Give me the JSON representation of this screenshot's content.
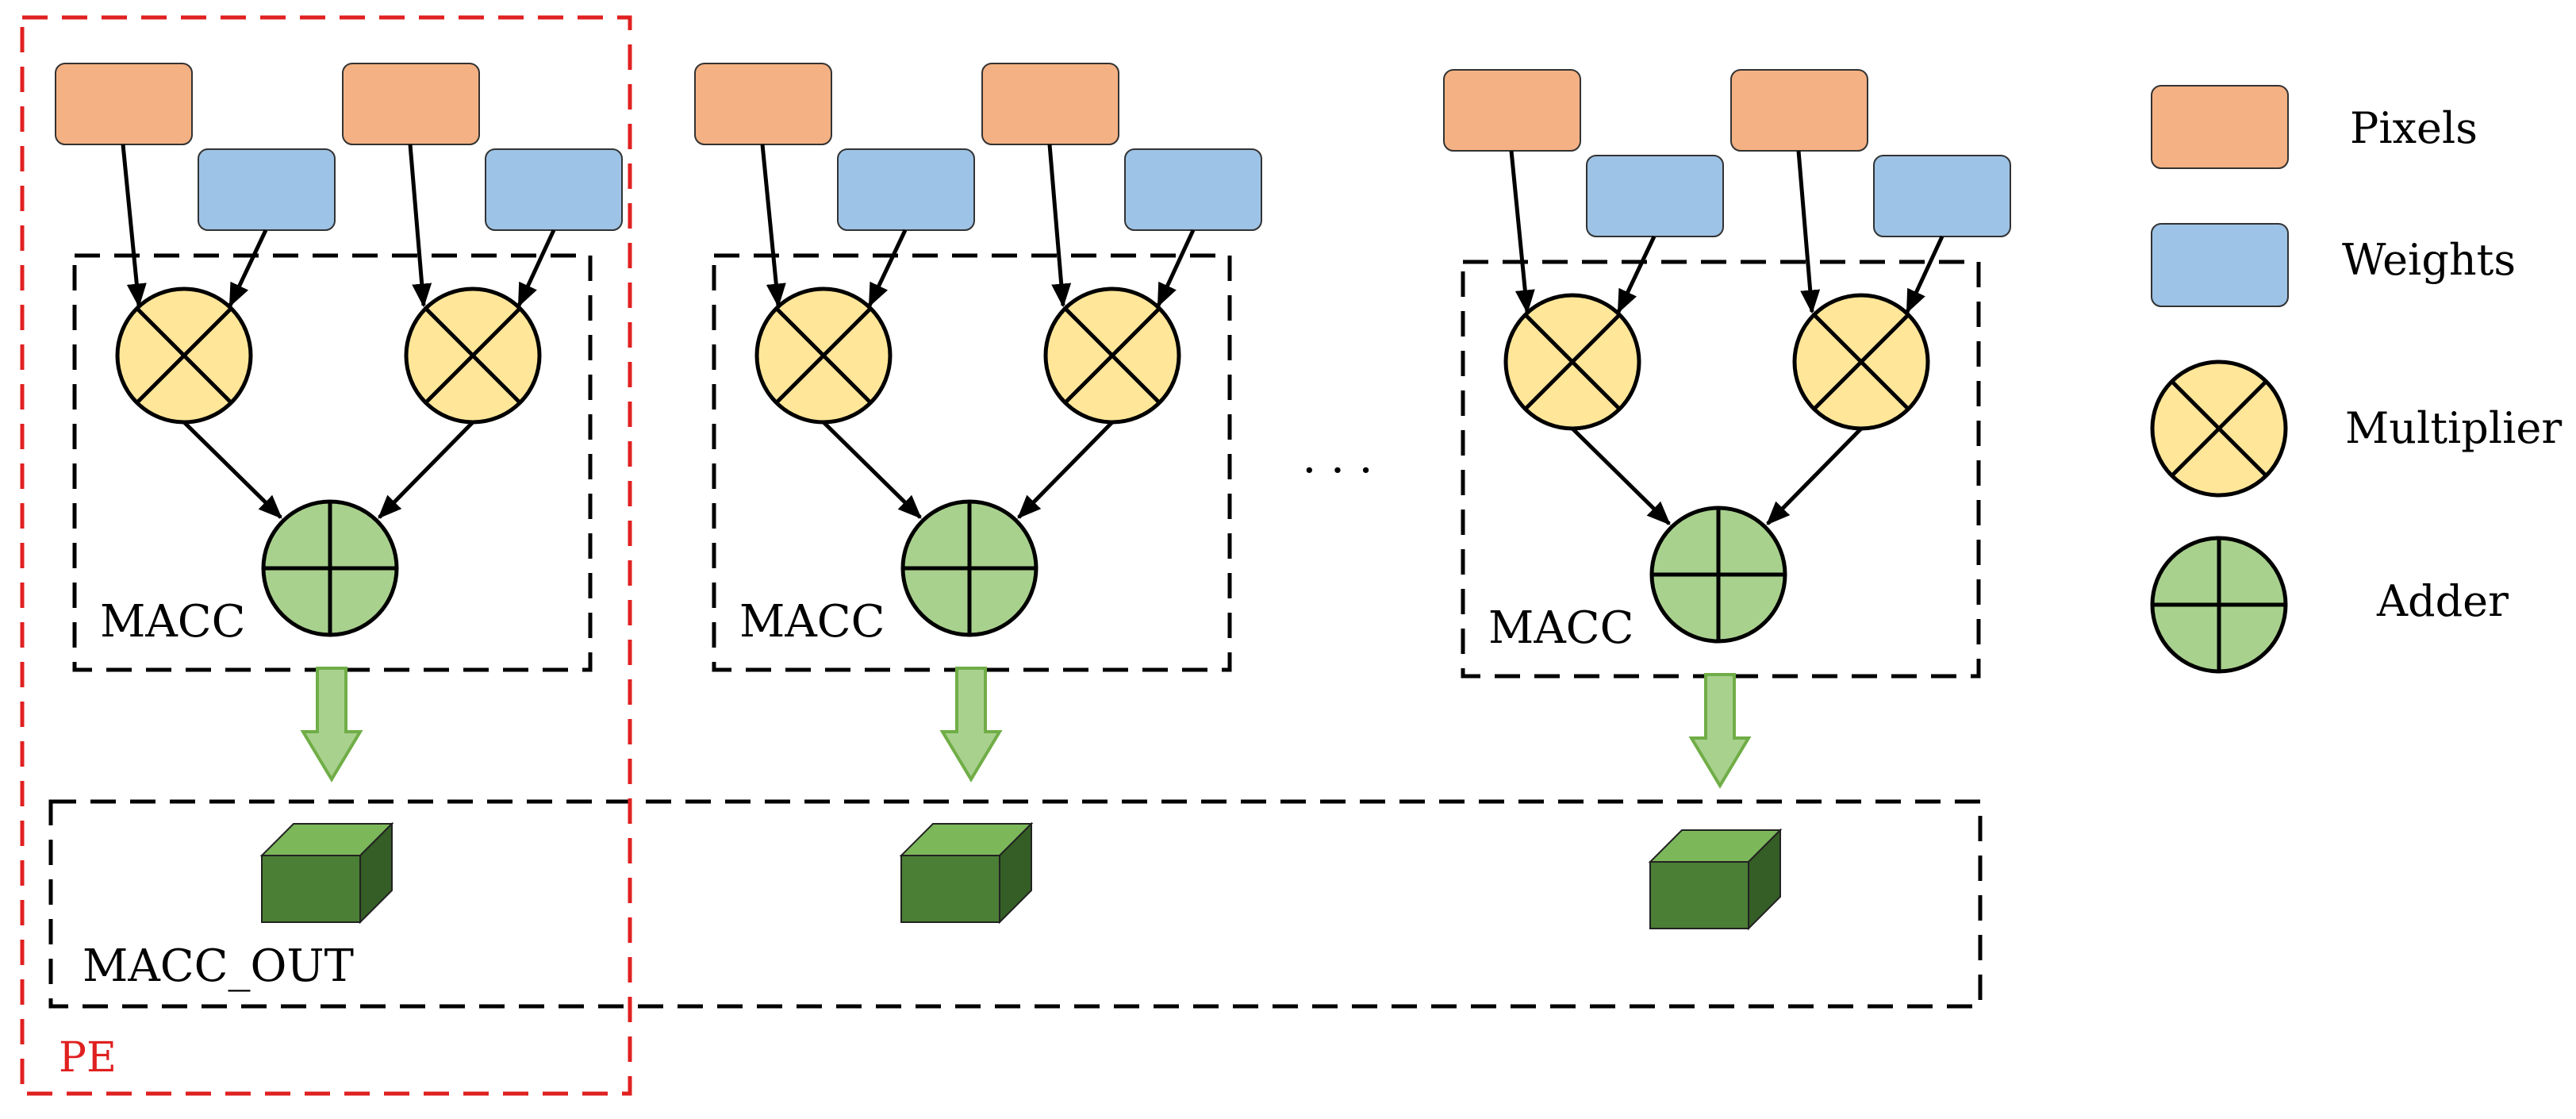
{
  "labels": {
    "macc": "MACC",
    "macc_out": "MACC_OUT",
    "pe": "PE",
    "ellipsis": "· · ·"
  },
  "legend": {
    "pixels": "Pixels",
    "weights": "Weights",
    "multiplier": "Multiplier",
    "adder": "Adder"
  },
  "colors": {
    "pixel_fill": "#F4B183",
    "weight_fill": "#9DC3E6",
    "multiplier_fill": "#FFE699",
    "adder_fill": "#A9D18E",
    "down_arrow_fill": "#A9D18E",
    "down_arrow_stroke": "#70AD47",
    "cube_front": "#4A7F35",
    "cube_top": "#7CB85A",
    "cube_side": "#355E26",
    "pe_border": "#E02020",
    "pe_text": "#E02020",
    "border": "#000000"
  }
}
